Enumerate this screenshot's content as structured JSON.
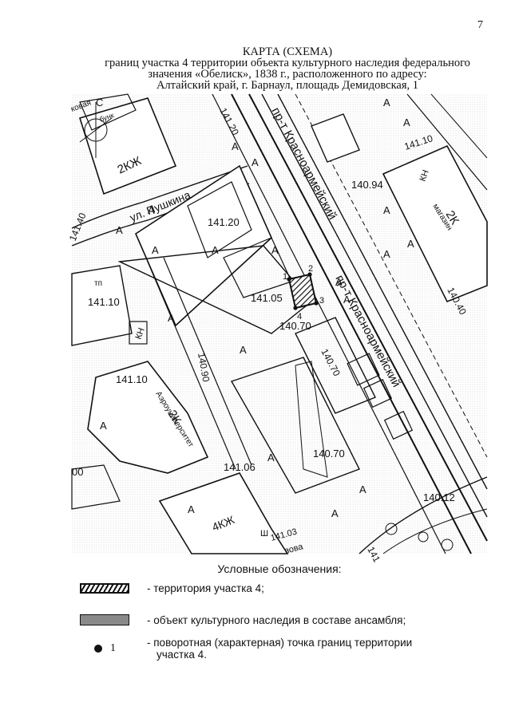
{
  "page": {
    "number": "7"
  },
  "title": {
    "line1": "КАРТА (СХЕМА)",
    "line2": "границ участка 4 территории объекта культурного наследия федерального",
    "line3": "значения «Обелиск», 1838 г., расположенного по адресу:",
    "line4": "Алтайский край, г. Барнаул, площадь Демидовская, 1"
  },
  "map": {
    "streets": {
      "prospect_upper": "пр-т Красноармейский",
      "prospect_lower": "пр-т Красноармейский",
      "pushkina": "ул. Пушкина"
    },
    "buildings": {
      "b1": "2КЖ",
      "b2": "2К",
      "b2_sub": "магазин",
      "b3": "2К",
      "b3_sub": "Аэроуниверситет",
      "b4": "4КЖ",
      "b5": "КН",
      "b6": "КН",
      "b7": "бунк",
      "b8": "тп",
      "b9": "Ш"
    },
    "elevations": {
      "e1": "141.20",
      "e2": "141.20",
      "e3": "141.40",
      "e4": "141.10",
      "e5": "141.05",
      "e6": "140.70",
      "e7": "140.94",
      "e8": "141.10",
      "e9": "140.40",
      "e10": "140.90",
      "e11": "141.10",
      "e12": "140.70",
      "e13": "140.70",
      "e14": "141.06",
      "e15": "140.12",
      "e16": "141.03",
      "e17": "00",
      "e18": "141"
    },
    "point_labels": {
      "p1": "1",
      "p2": "2",
      "p3": "3",
      "p4": "4"
    },
    "zone_letter": "A",
    "misc": {
      "road_word": "ковая",
      "road_word2": "зова",
      "corner_c": "С"
    }
  },
  "legend": {
    "title": "Условные обозначения:",
    "item1": "- территория участка 4;",
    "item2": "- объект культурного наследия в составе ансамбля;",
    "item3_line1": "- поворотная (характерная) точка границ территории",
    "item3_line2": "участка 4.",
    "item3_symbol_label": "1"
  }
}
